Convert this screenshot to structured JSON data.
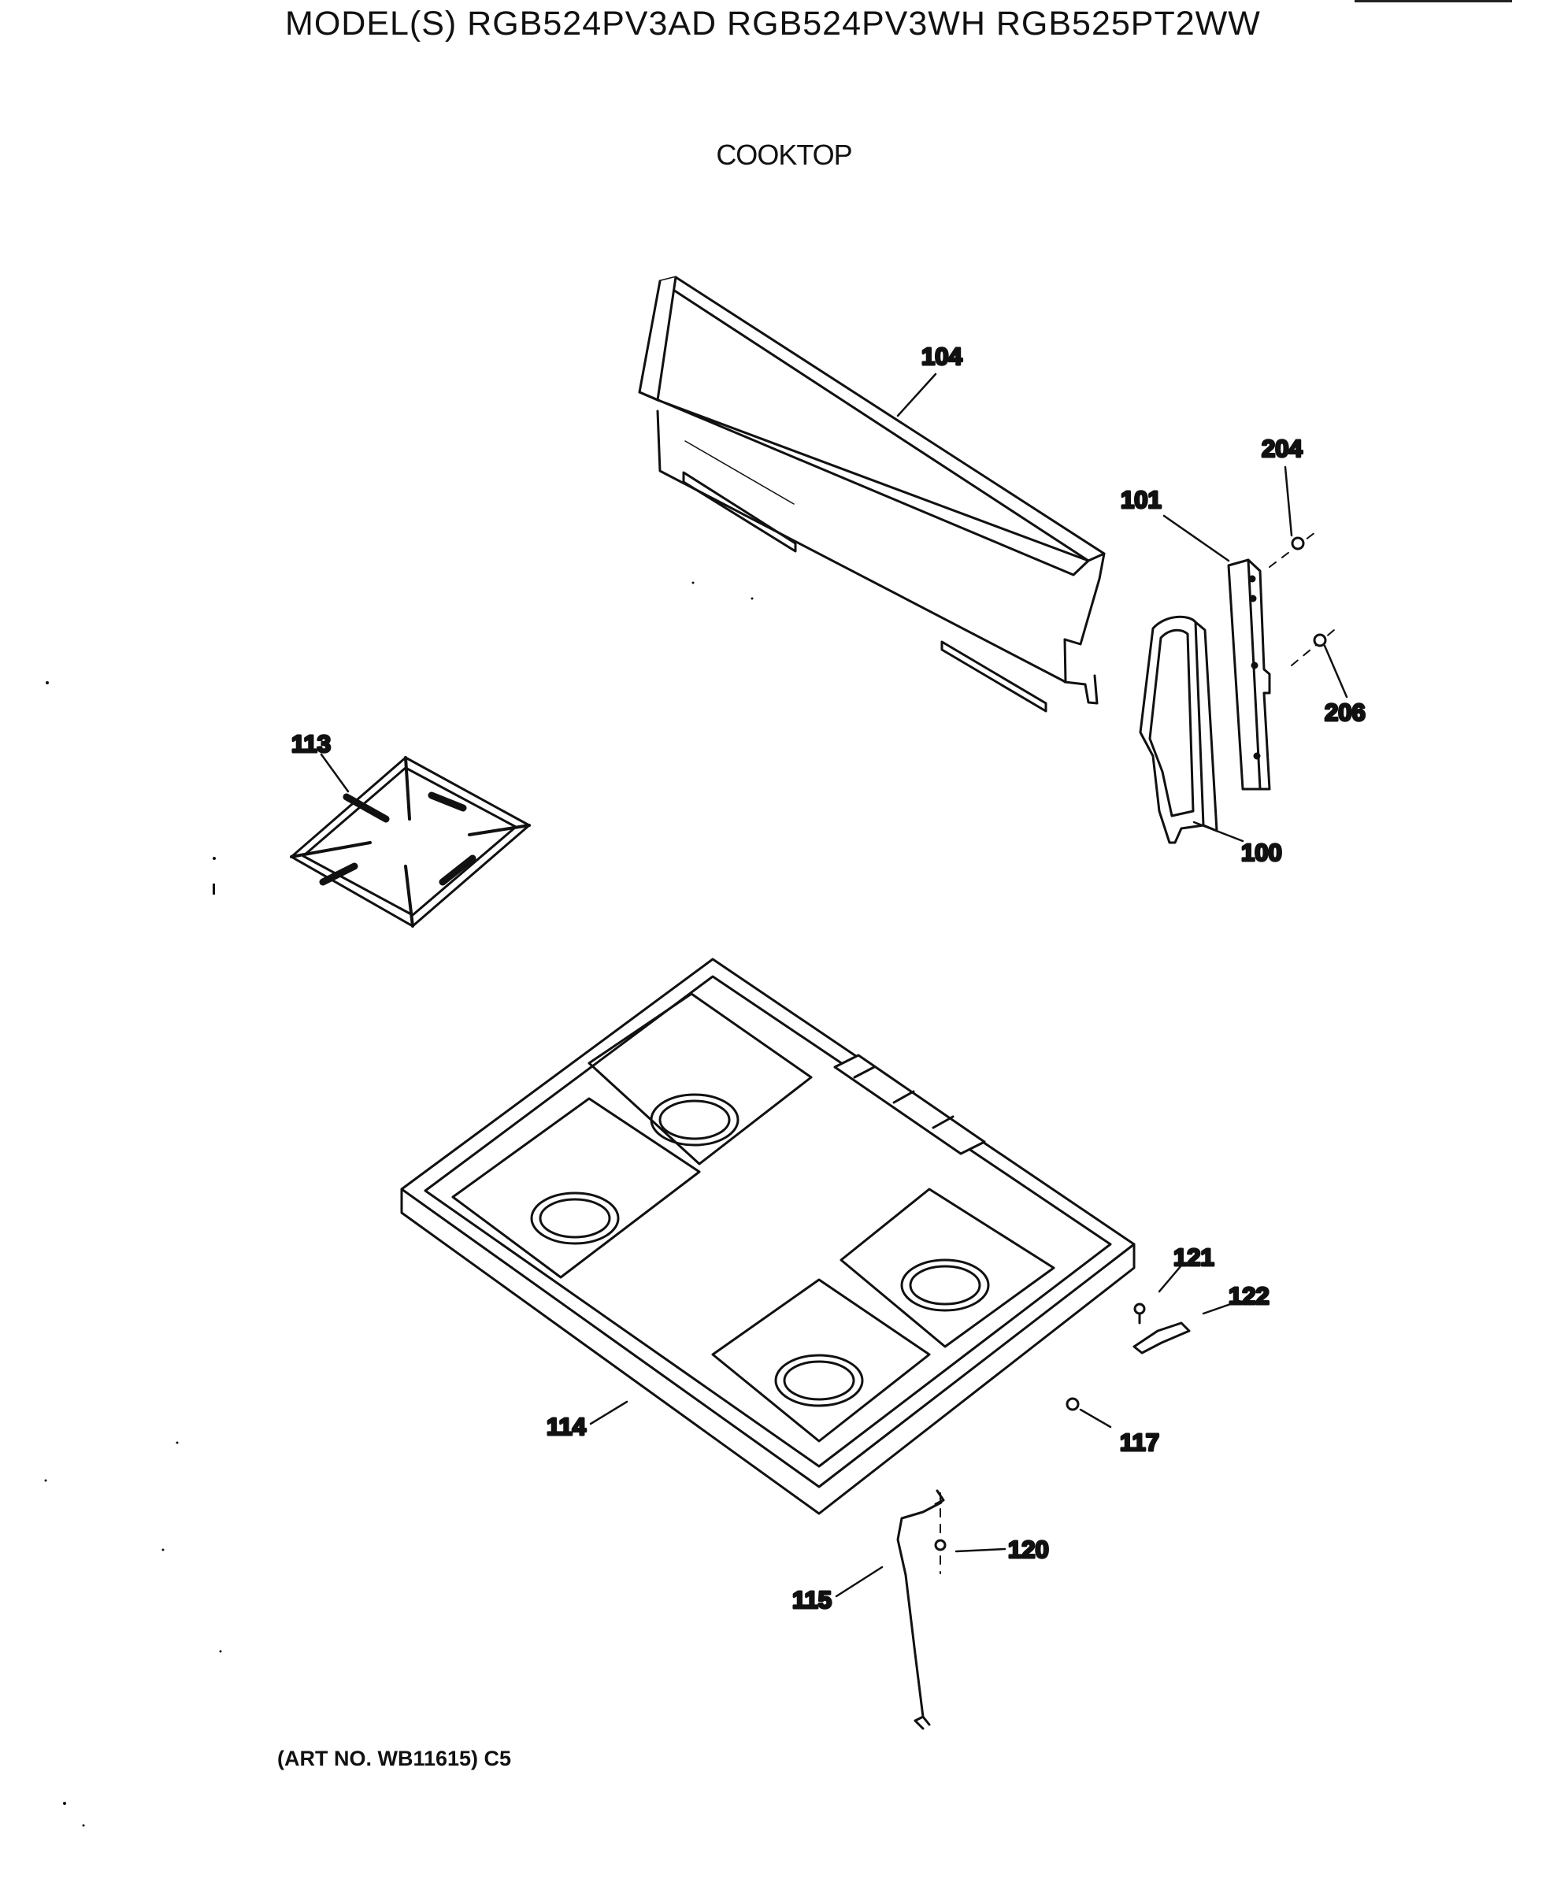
{
  "header": {
    "model_line": "MODEL(S) RGB524PV3AD  RGB524PV3WH  RGB525PT2WW",
    "section": "COOKTOP"
  },
  "parts": [
    {
      "id": "p104",
      "label": "104"
    },
    {
      "id": "p204",
      "label": "204"
    },
    {
      "id": "p101",
      "label": "101"
    },
    {
      "id": "p206",
      "label": "206"
    },
    {
      "id": "p113",
      "label": "113"
    },
    {
      "id": "p100",
      "label": "100"
    },
    {
      "id": "p121",
      "label": "121"
    },
    {
      "id": "p122",
      "label": "122"
    },
    {
      "id": "p114",
      "label": "114"
    },
    {
      "id": "p117",
      "label": "117"
    },
    {
      "id": "p120",
      "label": "120"
    },
    {
      "id": "p115",
      "label": "115"
    }
  ],
  "footer": {
    "art_number": "(ART NO. WB11615) C5"
  }
}
